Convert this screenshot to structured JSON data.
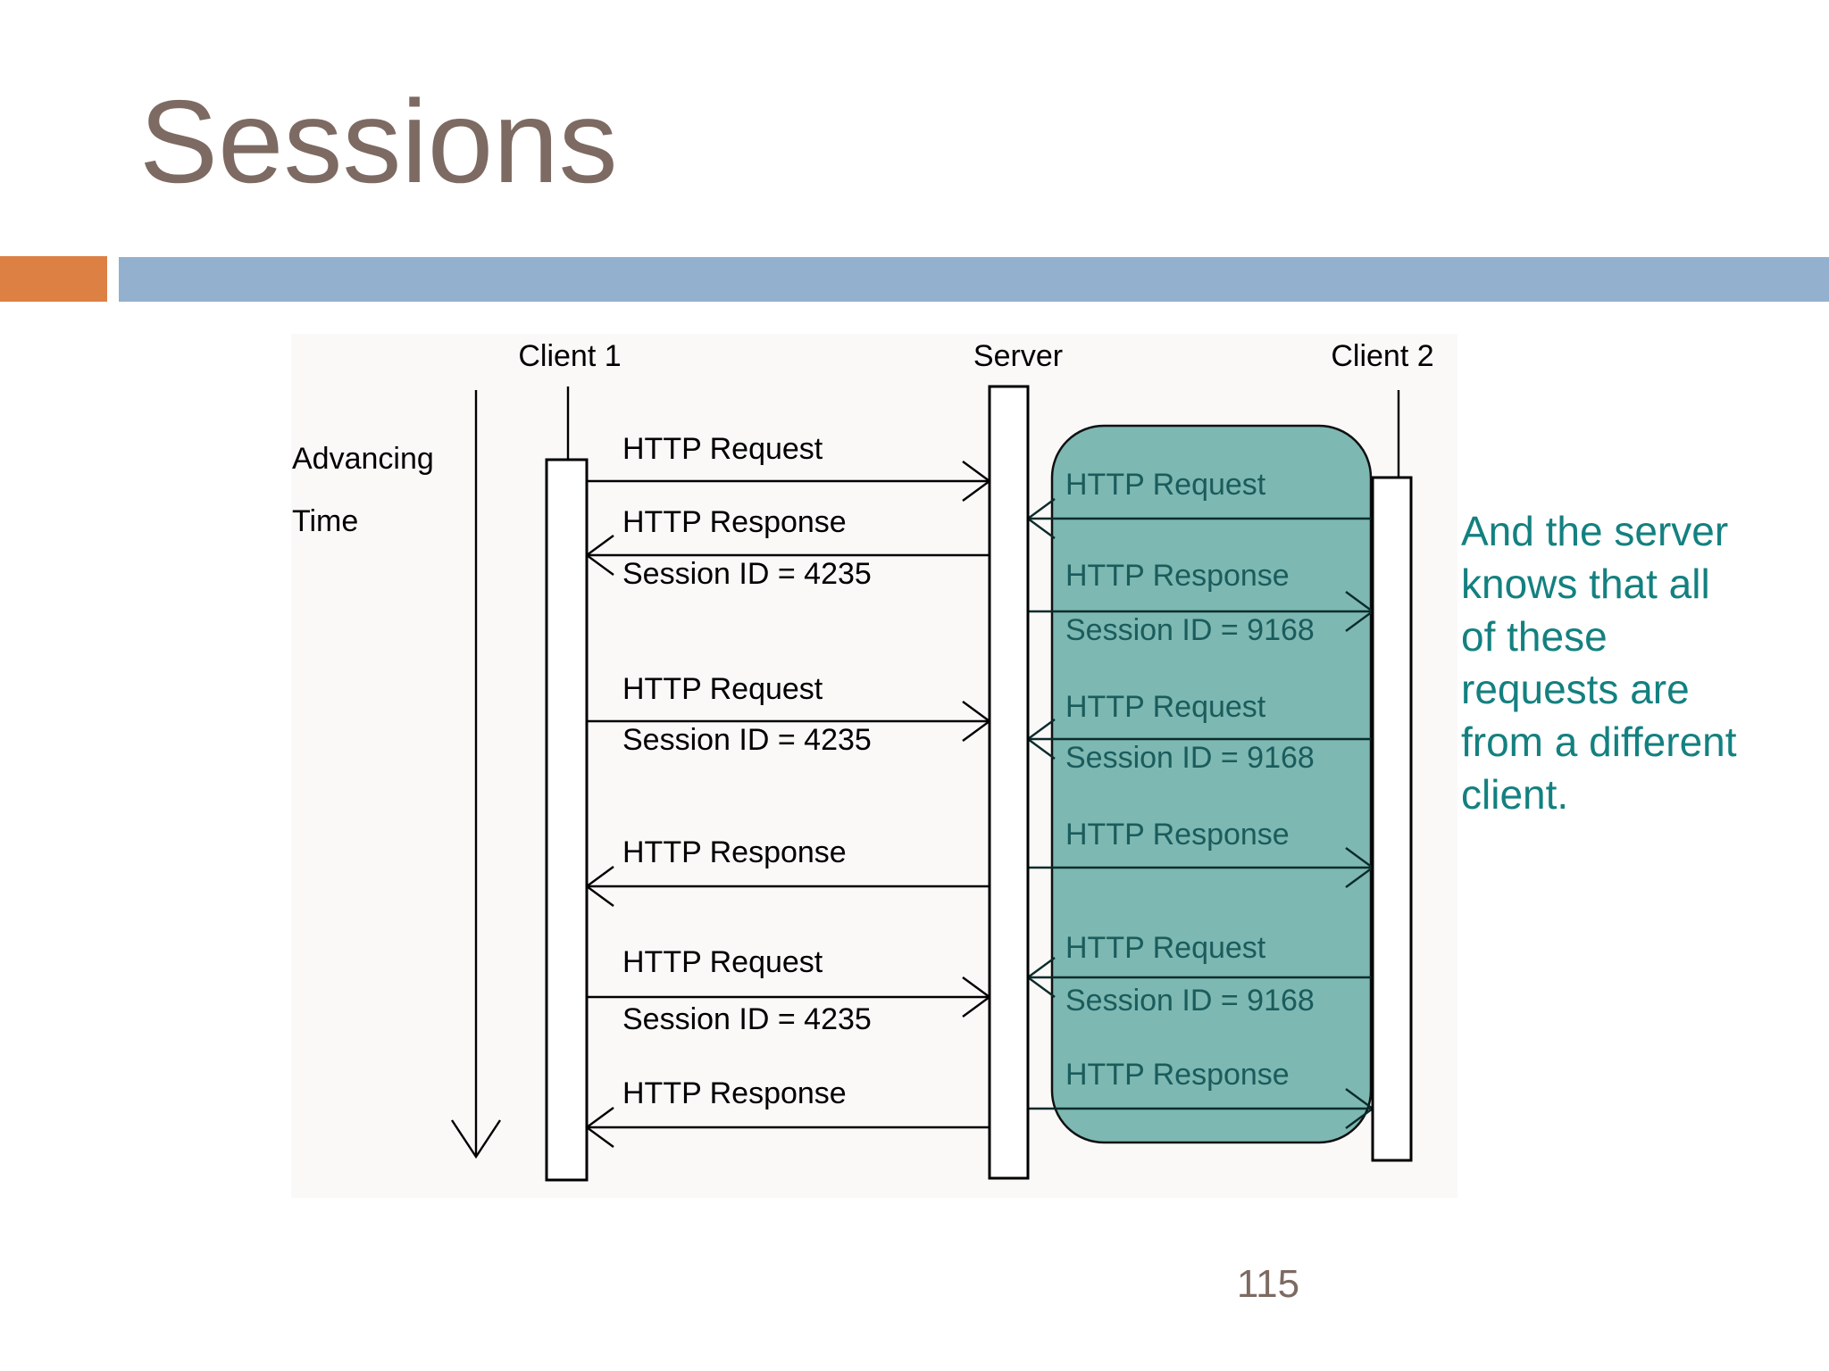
{
  "slide": {
    "title": "Sessions",
    "page_number": "115"
  },
  "colors": {
    "title_text": "#7d6a62",
    "accent_orange": "#dd8044",
    "accent_blue": "#93b1ce",
    "teal_box_fill": "#7db8b2",
    "teal_box_text": "#1a5c5c",
    "annotation_teal": "#148080",
    "diagram_stroke": "#000000"
  },
  "diagram": {
    "actors": [
      {
        "label": "Client 1"
      },
      {
        "label": "Server"
      },
      {
        "label": "Client 2"
      }
    ],
    "time_axis": {
      "line1": "Advancing",
      "line2": "Time"
    },
    "left_messages": [
      {
        "label": "HTTP Request",
        "sublabel": "",
        "direction": "to-server"
      },
      {
        "label": "HTTP Response",
        "sublabel": "Session ID = 4235",
        "direction": "to-client1"
      },
      {
        "label": "HTTP Request",
        "sublabel": "Session ID = 4235",
        "direction": "to-server"
      },
      {
        "label": "HTTP Response",
        "sublabel": "",
        "direction": "to-client1"
      },
      {
        "label": "HTTP Request",
        "sublabel": "Session ID = 4235",
        "direction": "to-server"
      },
      {
        "label": "HTTP Response",
        "sublabel": "",
        "direction": "to-client1"
      }
    ],
    "right_messages": [
      {
        "label": "HTTP Request",
        "sublabel": "",
        "direction": "to-server"
      },
      {
        "label": "HTTP Response",
        "sublabel": "Session ID = 9168",
        "direction": "to-client2"
      },
      {
        "label": "HTTP Request",
        "sublabel": "Session ID = 9168",
        "direction": "to-server"
      },
      {
        "label": "HTTP Response",
        "sublabel": "",
        "direction": "to-client2"
      },
      {
        "label": "HTTP Request",
        "sublabel": "Session ID = 9168",
        "direction": "to-server"
      },
      {
        "label": "HTTP Response",
        "sublabel": "",
        "direction": "to-client2"
      }
    ],
    "annotation_lines": [
      "And the server",
      "knows that all",
      "of these",
      "requests are",
      "from a different",
      "client."
    ]
  }
}
